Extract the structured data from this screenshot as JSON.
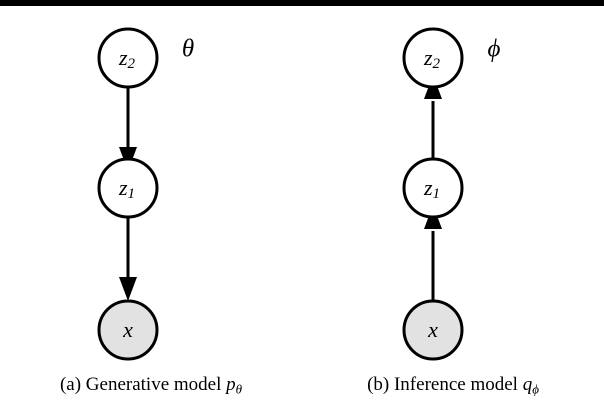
{
  "figure": {
    "background_color": "#ffffff",
    "top_bar_color": "#000000",
    "observed_node_fill": "#e2e2e2",
    "latent_node_fill": "#ffffff",
    "stroke_color": "#000000"
  },
  "panels": [
    {
      "id": "a",
      "param_symbol": "θ",
      "caption_prefix": "(a) Generative model ",
      "caption_symbol": "p",
      "caption_subscript": "θ",
      "caption_full": "(a) Generative model pθ",
      "direction": "downward",
      "nodes": [
        {
          "id": "z2",
          "base": "z",
          "subscript": "2",
          "label": "z2",
          "shaded": false
        },
        {
          "id": "z1",
          "base": "z",
          "subscript": "1",
          "label": "z1",
          "shaded": false
        },
        {
          "id": "x",
          "base": "x",
          "subscript": "",
          "label": "x",
          "shaded": true
        }
      ],
      "edges": [
        {
          "from": "z2",
          "to": "z1",
          "arrow": "down"
        },
        {
          "from": "z1",
          "to": "x",
          "arrow": "down"
        }
      ]
    },
    {
      "id": "b",
      "param_symbol": "ϕ",
      "caption_prefix": "(b) Inference model ",
      "caption_symbol": "q",
      "caption_subscript": "ϕ",
      "caption_full": "(b) Inference model qϕ",
      "direction": "upward",
      "nodes": [
        {
          "id": "z2",
          "base": "z",
          "subscript": "2",
          "label": "z2",
          "shaded": false
        },
        {
          "id": "z1",
          "base": "z",
          "subscript": "1",
          "label": "z1",
          "shaded": false
        },
        {
          "id": "x",
          "base": "x",
          "subscript": "",
          "label": "x",
          "shaded": true
        }
      ],
      "edges": [
        {
          "from": "x",
          "to": "z1",
          "arrow": "up"
        },
        {
          "from": "z1",
          "to": "z2",
          "arrow": "up"
        }
      ]
    }
  ]
}
